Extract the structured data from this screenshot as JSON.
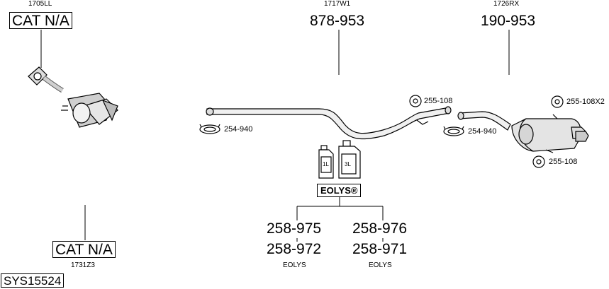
{
  "parts": {
    "cat_top": {
      "code": "1705LL",
      "label": "CAT N/A"
    },
    "cat_bottom": {
      "code": "1731Z3",
      "label": "CAT N/A"
    },
    "middle_pipe": {
      "code": "1717W1",
      "number": "878-953"
    },
    "rear_silencer": {
      "code": "1726RX",
      "number": "190-953"
    }
  },
  "accessories": {
    "clamp_left": "254-940",
    "clamp_right": "254-940",
    "rubber_mid": "255-108",
    "rubber_top_right": "255-108X2",
    "rubber_bottom_right": "255-108"
  },
  "eolys": {
    "badge": "EOLYS®",
    "bottle_small": "1L",
    "bottle_large": "3L",
    "left_top": "258-975",
    "left_bottom": "258-972",
    "left_caption": "EOLYS",
    "right_top": "258-976",
    "right_bottom": "258-971",
    "right_caption": "EOLYS"
  },
  "system_id": "SYS15524"
}
